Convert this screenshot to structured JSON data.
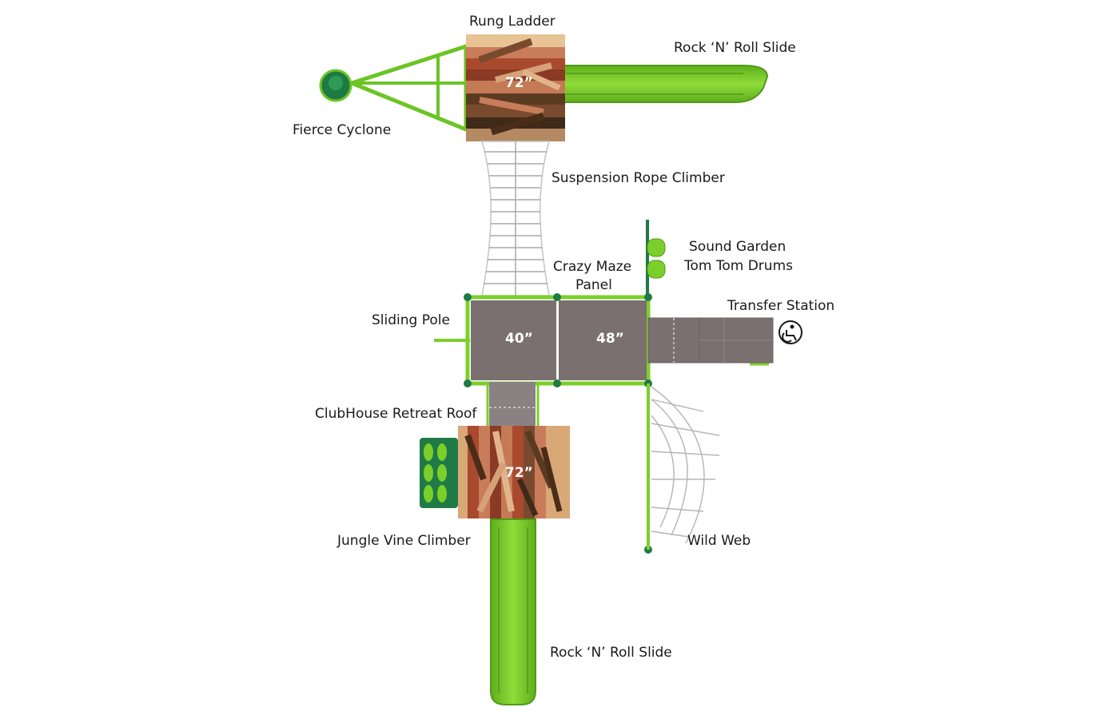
{
  "labels": {
    "rung_ladder": "Rung Ladder",
    "slide_top": "Rock ‘N’ Roll Slide",
    "fierce_cyclone": "Fierce Cyclone",
    "suspension_rope": "Suspension Rope Climber",
    "sound_garden_1": "Sound Garden",
    "sound_garden_2": "Tom Tom Drums",
    "crazy_maze_1": "Crazy Maze",
    "crazy_maze_2": "Panel",
    "transfer_station": "Transfer Station",
    "sliding_pole": "Sliding Pole",
    "clubhouse_roof": "ClubHouse Retreat Roof",
    "jungle_vine": "Jungle Vine Climber",
    "wild_web": "Wild Web",
    "slide_bottom": "Rock ‘N’ Roll Slide"
  },
  "dimensions": {
    "top_roof": "72”",
    "deck_left": "40”",
    "deck_right": "48”",
    "bottom_roof": "72”"
  },
  "colors": {
    "lime": "#7ccf2a",
    "lime_dark": "#4f9a18",
    "deck": "#7a7070",
    "pine": "#1f7a46",
    "roof_tan": "#d9a877",
    "roof_red": "#a94a2e",
    "roof_brown": "#5b3a22"
  }
}
